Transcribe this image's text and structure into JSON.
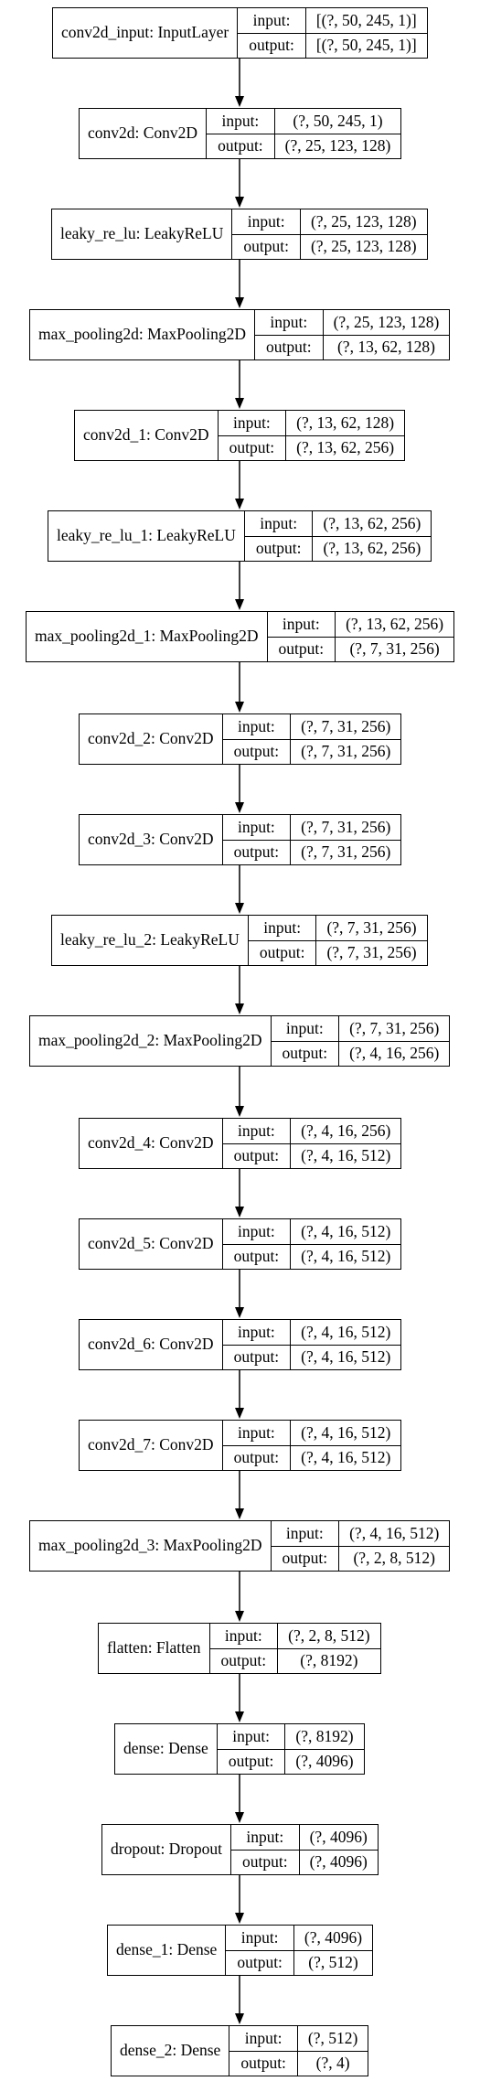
{
  "diagram": {
    "io_labels": {
      "input": "input:",
      "output": "output:"
    },
    "nodes": [
      {
        "name": "conv2d_input: InputLayer",
        "input": "[(?, 50, 245, 1)]",
        "output": "[(?, 50, 245, 1)]"
      },
      {
        "name": "conv2d: Conv2D",
        "input": "(?, 50, 245, 1)",
        "output": "(?, 25, 123, 128)"
      },
      {
        "name": "leaky_re_lu: LeakyReLU",
        "input": "(?, 25, 123, 128)",
        "output": "(?, 25, 123, 128)"
      },
      {
        "name": "max_pooling2d: MaxPooling2D",
        "input": "(?, 25, 123, 128)",
        "output": "(?, 13, 62, 128)"
      },
      {
        "name": "conv2d_1: Conv2D",
        "input": "(?, 13, 62, 128)",
        "output": "(?, 13, 62, 256)"
      },
      {
        "name": "leaky_re_lu_1: LeakyReLU",
        "input": "(?, 13, 62, 256)",
        "output": "(?, 13, 62, 256)"
      },
      {
        "name": "max_pooling2d_1: MaxPooling2D",
        "input": "(?, 13, 62, 256)",
        "output": "(?, 7, 31, 256)"
      },
      {
        "name": "conv2d_2: Conv2D",
        "input": "(?, 7, 31, 256)",
        "output": "(?, 7, 31, 256)"
      },
      {
        "name": "conv2d_3: Conv2D",
        "input": "(?, 7, 31, 256)",
        "output": "(?, 7, 31, 256)"
      },
      {
        "name": "leaky_re_lu_2: LeakyReLU",
        "input": "(?, 7, 31, 256)",
        "output": "(?, 7, 31, 256)"
      },
      {
        "name": "max_pooling2d_2: MaxPooling2D",
        "input": "(?, 7, 31, 256)",
        "output": "(?, 4, 16, 256)"
      },
      {
        "name": "conv2d_4: Conv2D",
        "input": "(?, 4, 16, 256)",
        "output": "(?, 4, 16, 512)"
      },
      {
        "name": "conv2d_5: Conv2D",
        "input": "(?, 4, 16, 512)",
        "output": "(?, 4, 16, 512)"
      },
      {
        "name": "conv2d_6: Conv2D",
        "input": "(?, 4, 16, 512)",
        "output": "(?, 4, 16, 512)"
      },
      {
        "name": "conv2d_7: Conv2D",
        "input": "(?, 4, 16, 512)",
        "output": "(?, 4, 16, 512)"
      },
      {
        "name": "max_pooling2d_3: MaxPooling2D",
        "input": "(?, 4, 16, 512)",
        "output": "(?, 2, 8, 512)"
      },
      {
        "name": "flatten: Flatten",
        "input": "(?, 2, 8, 512)",
        "output": "(?, 8192)"
      },
      {
        "name": "dense: Dense",
        "input": "(?, 8192)",
        "output": "(?, 4096)"
      },
      {
        "name": "dropout: Dropout",
        "input": "(?, 4096)",
        "output": "(?, 4096)"
      },
      {
        "name": "dense_1: Dense",
        "input": "(?, 4096)",
        "output": "(?, 512)"
      },
      {
        "name": "dense_2: Dense",
        "input": "(?, 512)",
        "output": "(?, 4)"
      }
    ]
  }
}
